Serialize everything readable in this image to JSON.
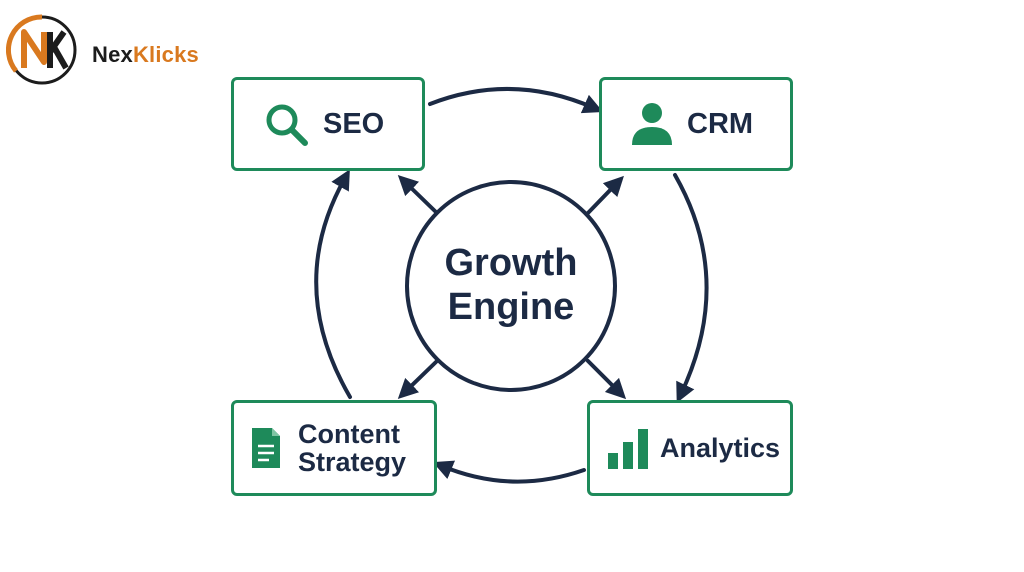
{
  "brand": {
    "name_part1": "Nex",
    "name_part2": "Klicks",
    "accent_color": "#d9791f",
    "icon": "nk-monogram-logo"
  },
  "hub": {
    "line1": "Growth",
    "line2": "Engine"
  },
  "nodes": {
    "seo": {
      "label": "SEO",
      "icon": "magnifier-icon"
    },
    "crm": {
      "label": "CRM",
      "icon": "user-icon"
    },
    "content": {
      "line1": "Content",
      "line2": "Strategy",
      "icon": "document-icon"
    },
    "analytics": {
      "label": "Analytics",
      "icon": "bar-chart-icon"
    }
  },
  "colors": {
    "node_border": "#1e8a5a",
    "icon": "#1e8a5a",
    "text": "#1c2a44",
    "arrow": "#1c2a44"
  }
}
